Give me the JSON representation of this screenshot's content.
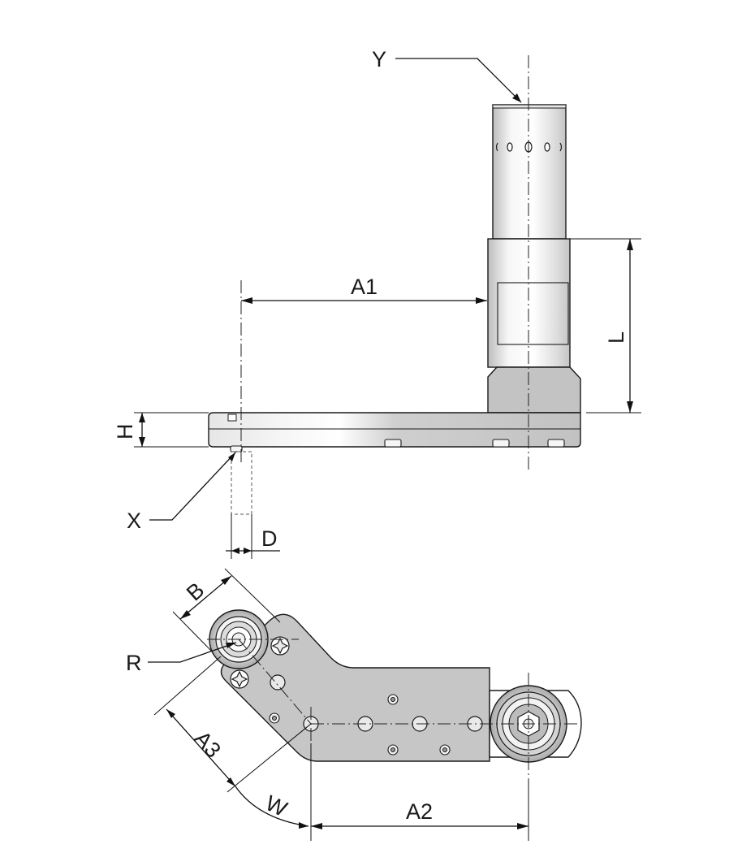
{
  "labels": {
    "Y": "Y",
    "A1": "A1",
    "L": "L",
    "H": "H",
    "X": "X",
    "D": "D",
    "B": "B",
    "R": "R",
    "A3": "A3",
    "W": "W",
    "A2": "A2"
  },
  "colors": {
    "line": "#1a1a1a",
    "body_light": "#f2f2f2",
    "body_mid": "#d9d9d9",
    "body_dark": "#b8b8b8",
    "background": "#ffffff"
  }
}
